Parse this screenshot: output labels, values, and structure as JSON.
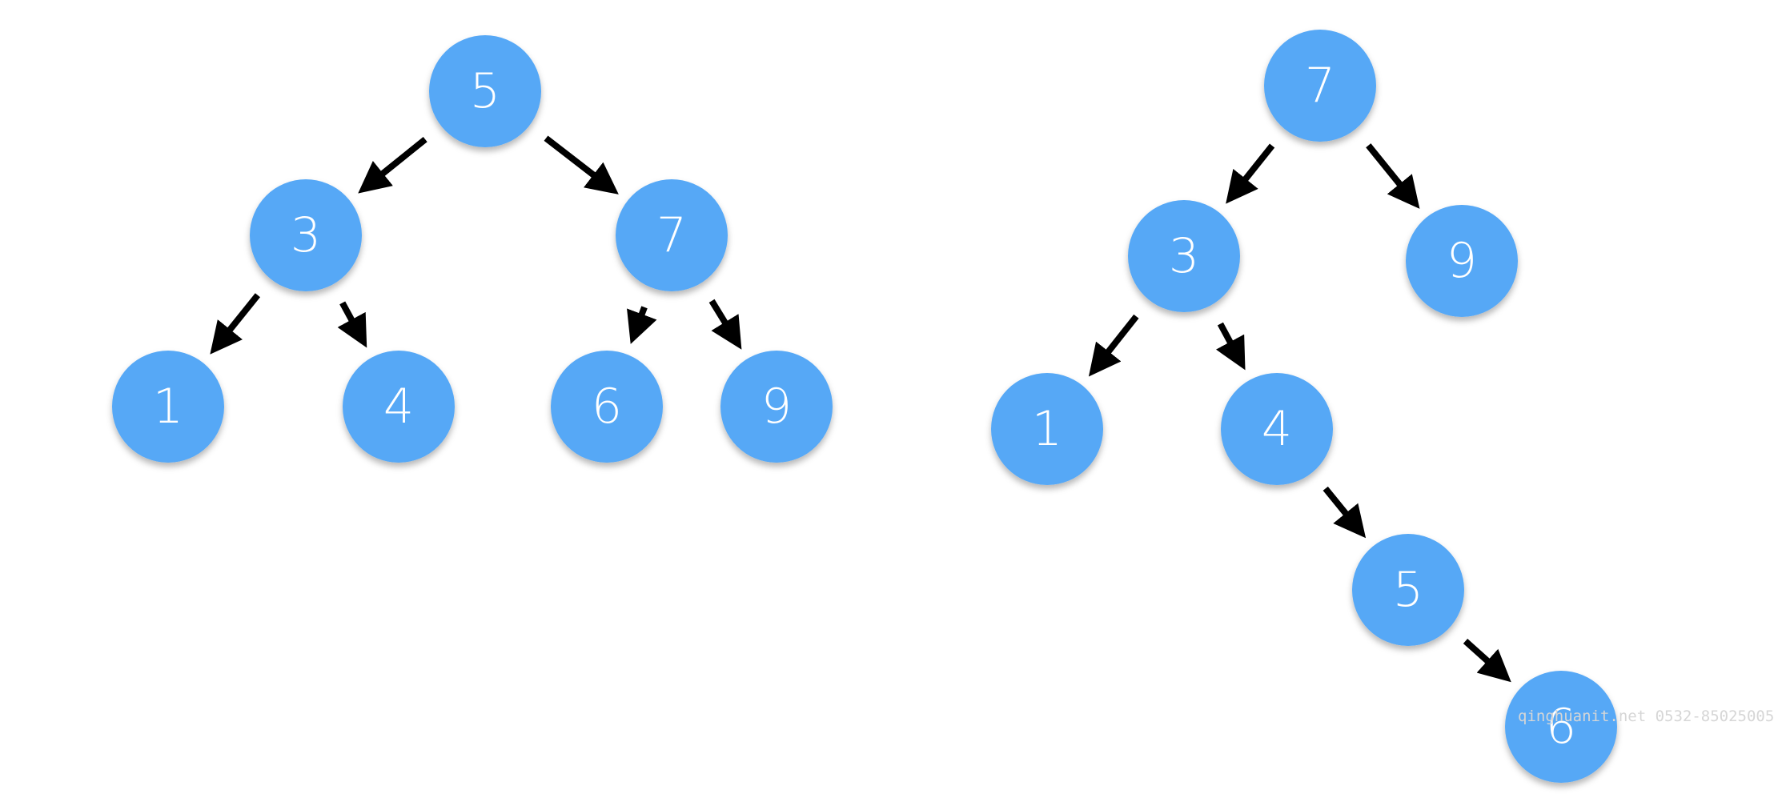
{
  "colors": {
    "node_fill": "#56a8f6",
    "node_text": "#ffffff",
    "arrow": "#000000"
  },
  "trees": [
    {
      "name": "left-tree",
      "nodes": [
        {
          "id": "L5",
          "label": "5"
        },
        {
          "id": "L3",
          "label": "3"
        },
        {
          "id": "L7",
          "label": "7"
        },
        {
          "id": "L1",
          "label": "1"
        },
        {
          "id": "L4",
          "label": "4"
        },
        {
          "id": "L6",
          "label": "6"
        },
        {
          "id": "L9",
          "label": "9"
        }
      ],
      "edges": [
        {
          "from": "L5",
          "to": "L3"
        },
        {
          "from": "L5",
          "to": "L7"
        },
        {
          "from": "L3",
          "to": "L1"
        },
        {
          "from": "L3",
          "to": "L4"
        },
        {
          "from": "L7",
          "to": "L6"
        },
        {
          "from": "L7",
          "to": "L9"
        }
      ]
    },
    {
      "name": "right-tree",
      "nodes": [
        {
          "id": "R7",
          "label": "7"
        },
        {
          "id": "R3",
          "label": "3"
        },
        {
          "id": "R9",
          "label": "9"
        },
        {
          "id": "R1",
          "label": "1"
        },
        {
          "id": "R4",
          "label": "4"
        },
        {
          "id": "R5",
          "label": "5"
        },
        {
          "id": "R6",
          "label": "6"
        }
      ],
      "edges": [
        {
          "from": "R7",
          "to": "R3"
        },
        {
          "from": "R7",
          "to": "R9"
        },
        {
          "from": "R3",
          "to": "R1"
        },
        {
          "from": "R3",
          "to": "R4"
        },
        {
          "from": "R4",
          "to": "R5"
        },
        {
          "from": "R5",
          "to": "R6"
        }
      ]
    }
  ],
  "watermark": "qinghuanit.net 0532-85025005"
}
